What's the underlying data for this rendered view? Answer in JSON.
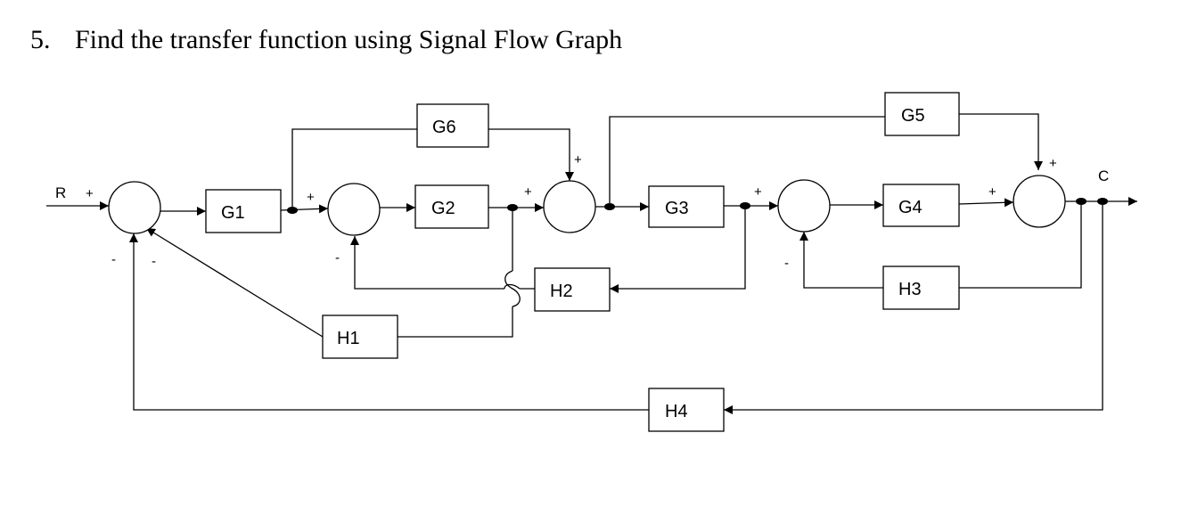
{
  "question": {
    "number": "5.",
    "text": "Find the transfer function using Signal Flow Graph"
  },
  "diagram": {
    "input_label": "R",
    "output_label": "C",
    "blocks": {
      "g1": "G1",
      "g2": "G2",
      "g3": "G3",
      "g4": "G4",
      "g5": "G5",
      "g6": "G6",
      "h1": "H1",
      "h2": "H2",
      "h3": "H3",
      "h4": "H4"
    },
    "signs": {
      "sj1_plus": "+",
      "sj1_minus_h4": "-",
      "sj1_minus_h1": "-",
      "sj2_plus": "+",
      "sj2_minus": "-",
      "sj3_plus_g2": "+",
      "sj3_plus_g6": "+",
      "sj4_plus": "+",
      "sj4_minus": "-",
      "sj5_plus_g4": "+",
      "sj5_plus_g5": "+"
    }
  }
}
